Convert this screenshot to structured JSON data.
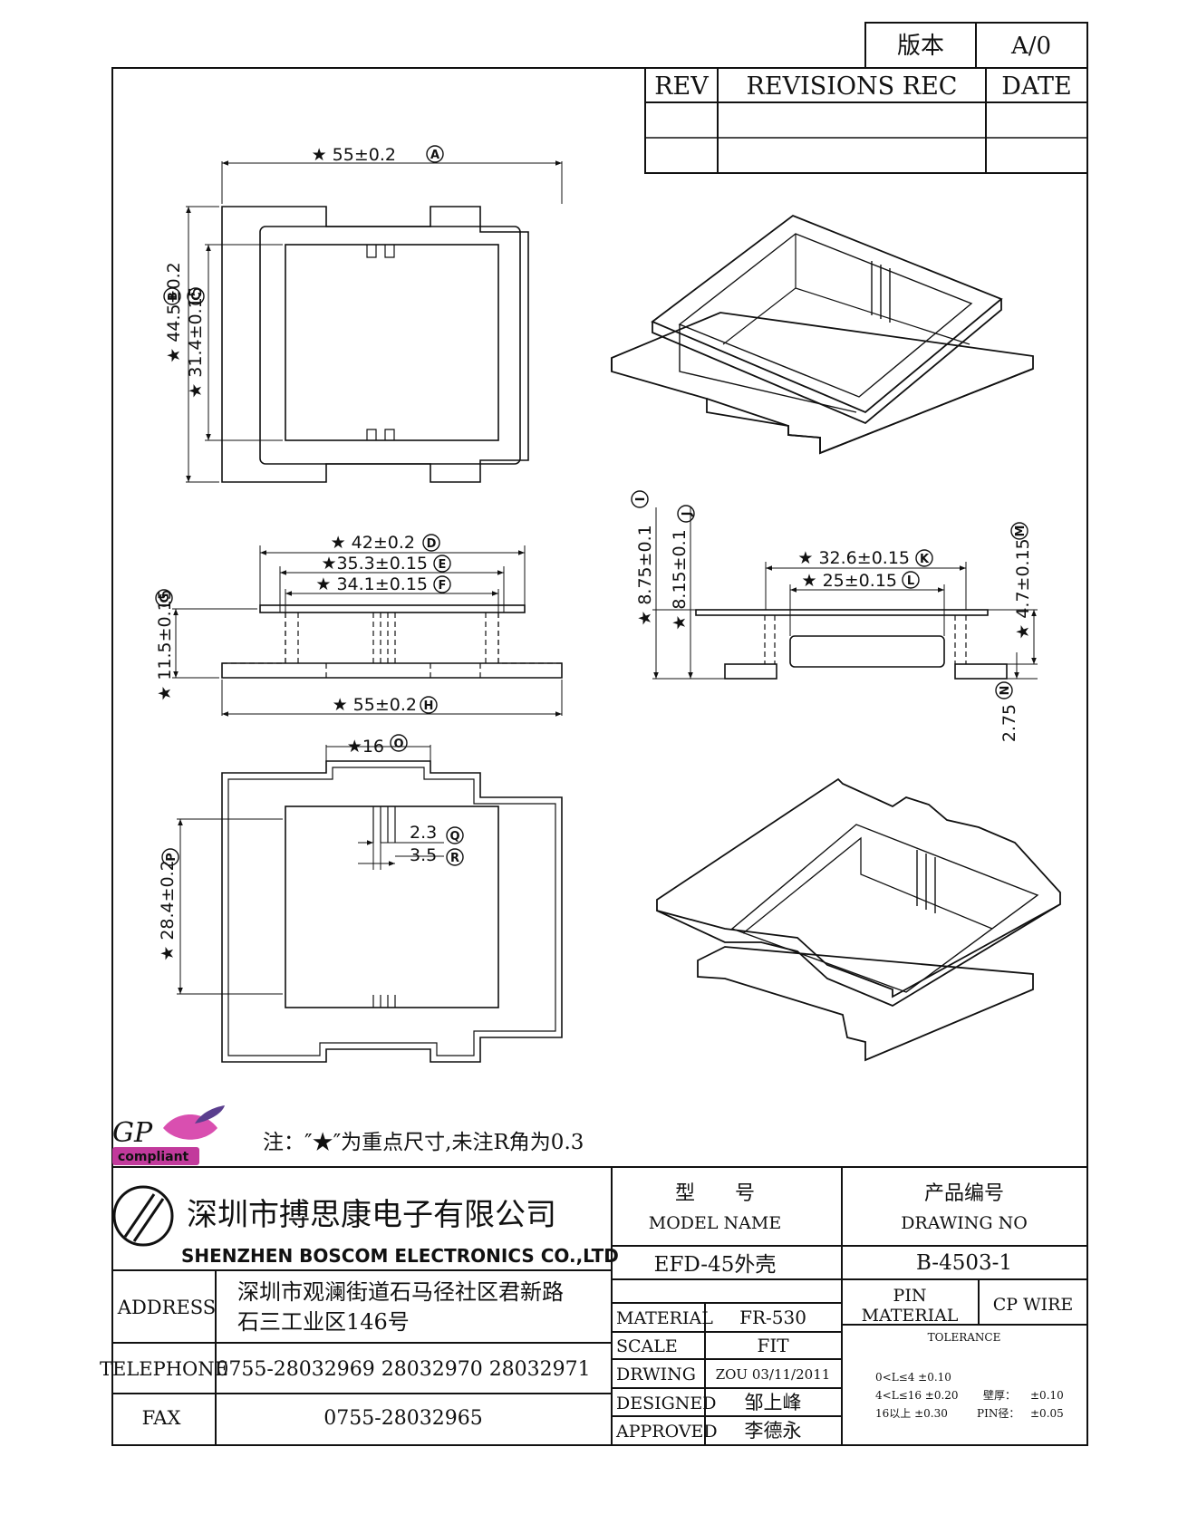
{
  "header": {
    "version_label": "版本",
    "version_value": "A/0",
    "rev_label": "REV",
    "revisions_label": "REVISIONS REC",
    "date_label": "DATE"
  },
  "dimensions": {
    "A": "★ 55±0.2",
    "B": "★ 44.5±0.2",
    "C": "★ 31.4±0.15",
    "D": "★ 42±0.2",
    "E": "★35.3±0.15",
    "F": "★ 34.1±0.15",
    "G": "★ 11.5±0.15",
    "H": "★ 55±0.2",
    "I": "★ 8.75±0.1",
    "J": "★ 8.15±0.1",
    "K": "★ 32.6±0.15",
    "L": "★ 25±0.15",
    "M": "★ 4.7±0.15",
    "N": "2.75",
    "O": "★16",
    "P": "★ 28.4±0.2",
    "Q": "2.3",
    "R": "3.5"
  },
  "callouts": [
    "A",
    "B",
    "C",
    "D",
    "E",
    "F",
    "G",
    "H",
    "I",
    "J",
    "K",
    "L",
    "M",
    "N",
    "O",
    "P",
    "Q",
    "R"
  ],
  "logo": {
    "gp": "GP",
    "compliant": "compliant"
  },
  "note": "注：″★″为重点尺寸,未注R角为0.3",
  "company": {
    "name_cn": "深圳市搏思康电子有限公司",
    "name_en": "SHENZHEN BOSCOM ELECTRONICS CO.,LTD",
    "address_label": "ADDRESS",
    "address_line1": "深圳市观澜街道石马径社区君新路",
    "address_line2": "石三工业区146号",
    "telephone_label": "TELEPHONE",
    "telephone": "0755-28032969 28032970 28032971",
    "fax_label": "FAX",
    "fax": "0755-28032965"
  },
  "title_block": {
    "model_cn": "型　　号",
    "model_en": "MODEL NAME",
    "model_value": "EFD-45外壳",
    "drawing_cn": "产品编号",
    "drawing_en": "DRAWING NO",
    "drawing_value": "B-4503-1",
    "material_label": "MATERIAL",
    "material_value": "FR-530",
    "scale_label": "SCALE",
    "scale_value": "FIT",
    "drawing_by_label": "DRWING",
    "drawing_by_value": "ZOU 03/11/2011",
    "designed_label": "DESIGNED",
    "designed_value": "邹上峰",
    "approved_label": "APPROVED",
    "approved_value": "李德永",
    "pin_label": "PIN",
    "pin_material_label": "MATERIAL",
    "pin_value": "CP WIRE",
    "tolerance_label": "TOLERANCE",
    "tol_1": "0<L≤4  ±0.10",
    "tol_2": "4<L≤16  ±0.20",
    "tol_3": "16以上    ±0.30",
    "wall_label": "壁厚：",
    "wall_value": "±0.10",
    "pin_dia_label": "PIN径：",
    "pin_dia_value": "±0.05"
  }
}
